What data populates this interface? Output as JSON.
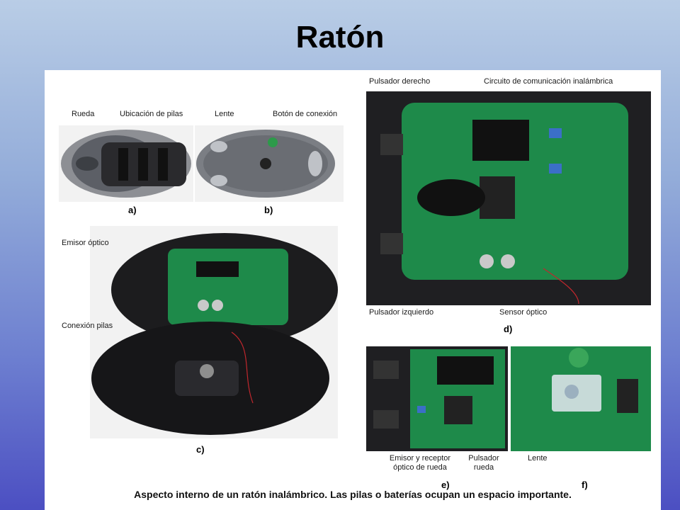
{
  "slide": {
    "title": "Ratón",
    "caption": "Aspecto interno de un ratón inalámbrico. Las pilas o baterías ocupan un espacio importante."
  },
  "panels": {
    "a": {
      "letter": "a)",
      "labels": {
        "rueda": "Rueda",
        "pilas": "Ubicación de pilas"
      }
    },
    "b": {
      "letter": "b)",
      "labels": {
        "lente": "Lente",
        "boton": "Botón de conexión"
      }
    },
    "c": {
      "letter": "c)",
      "labels": {
        "emisor": "Emisor óptico",
        "conexion": "Conexión pilas"
      }
    },
    "d": {
      "letter": "d)",
      "labels": {
        "derecho": "Pulsador derecho",
        "circuito": "Circuito de comunicación inalámbrica",
        "izquierdo": "Pulsador izquierdo",
        "sensor": "Sensor óptico"
      }
    },
    "e": {
      "letter": "e)",
      "labels": {
        "emisor_line1": "Emisor y receptor",
        "emisor_line2": "óptico de rueda",
        "pulsador_line1": "Pulsador",
        "pulsador_line2": "rueda"
      }
    },
    "f": {
      "letter": "f)",
      "labels": {
        "lente": "Lente"
      }
    }
  },
  "colors": {
    "pcb": "#1e8a4a",
    "shell": "#1c1c1e",
    "wire": "#c1272d"
  }
}
